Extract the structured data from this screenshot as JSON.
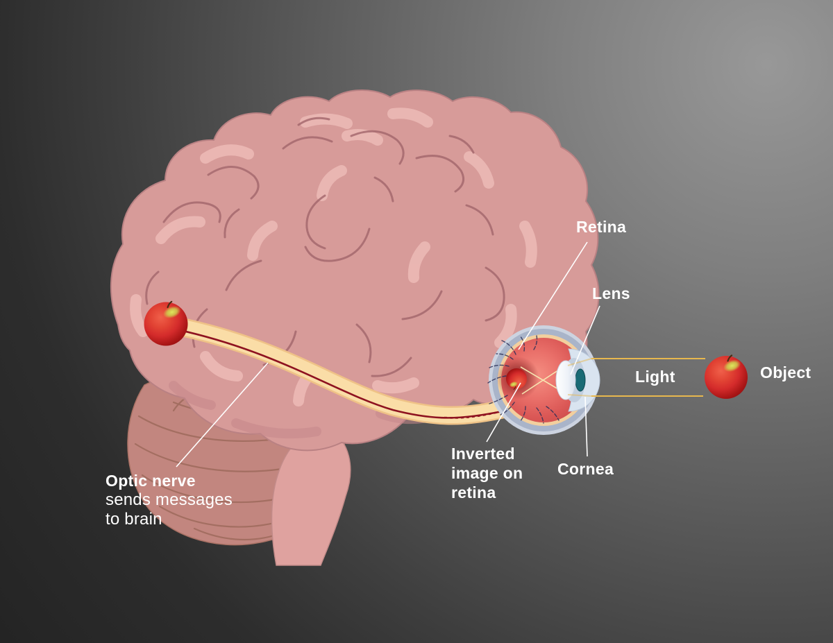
{
  "labels": {
    "retina": "Retina",
    "lens": "Lens",
    "cornea": "Cornea",
    "light": "Light",
    "object": "Object",
    "inverted_line1": "Inverted",
    "inverted_line2": "image on",
    "inverted_line3": "retina",
    "optic_nerve_title": "Optic nerve",
    "optic_nerve_sub1": "sends messages",
    "optic_nerve_sub2": "to brain"
  },
  "colors": {
    "background_highlight": "#989898",
    "background_dark": "#202020",
    "label_text": "#ffffff",
    "brain": "#d79b99",
    "brain_outline": "#b98183",
    "brain_gyri_dark": "#a2666b",
    "brain_gyri_light": "#ecb9b5",
    "brain_shadow": "#c5878a",
    "cerebellum": "#c2867f",
    "cerebellum_lines": "#9e6a5c",
    "brain_stem": "#dfa29f",
    "optic_nerve_band": "#fadda7",
    "optic_nerve_edge": "#efc287",
    "optic_nerve_signal": "#8e1220",
    "eye_outer_rim": "#ccd3e0",
    "eye_outer_ring": "#a9b4c9",
    "eye_choroid_ring": "#f2cf9e",
    "eye_interior": "#e2605c",
    "eye_vessels": "#2a2f58",
    "lens": "#f4f7fb",
    "cornea": "#d9e4f0",
    "iris": "#1a6b75",
    "apple_red": "#d42b2b",
    "apple_dark": "#8c0d10",
    "apple_highlight": "#dfe65e",
    "light_ray": "#e8b84e",
    "inner_ray": "#f8ecb5",
    "leader_line": "#ffffff"
  }
}
